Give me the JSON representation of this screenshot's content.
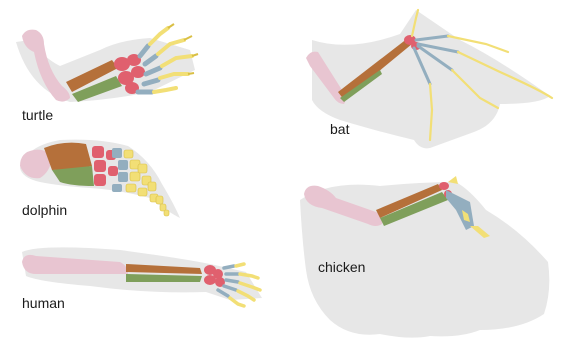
{
  "labels": {
    "turtle": "turtle",
    "dolphin": "dolphin",
    "human": "human",
    "bat": "bat",
    "chicken": "chicken"
  },
  "legend_colors": {
    "humerus": "#e8c5d1",
    "radius": "#b5703a",
    "ulna": "#7f9f5b",
    "carpals": "#e0606e",
    "metacarpals": "#93aebf",
    "phalanges": "#f2df76",
    "body_outline": "#e7e7e7"
  }
}
